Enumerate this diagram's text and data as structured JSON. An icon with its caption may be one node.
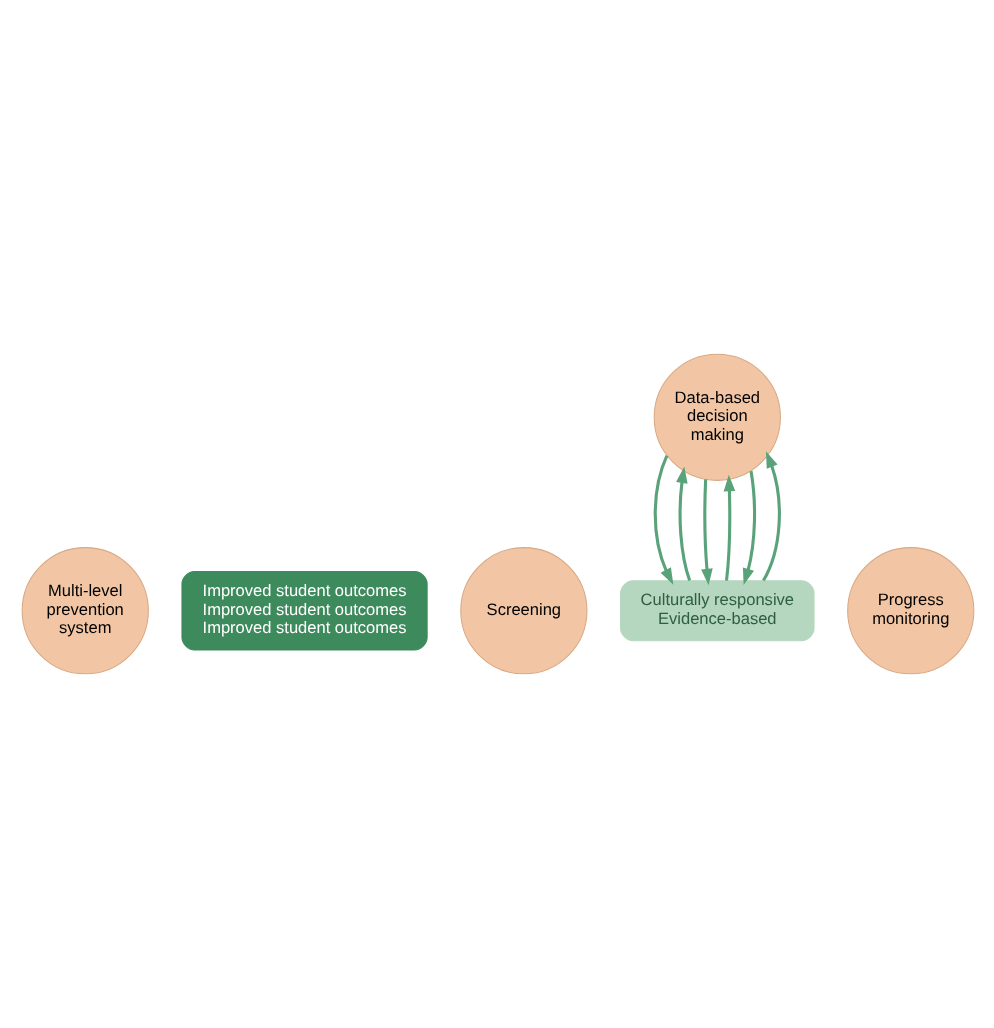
{
  "diagram": {
    "nodes": [
      {
        "text": [
          "Improved student outcomes",
          "Improved student outcomes",
          "Improved student outcomes"
        ]
      },
      {
        "text": [
          "Culturally responsive",
          "Evidence-based"
        ]
      },
      {
        "text": [
          "Screening"
        ]
      },
      {
        "text": [
          "Progress monitoring"
        ]
      },
      {
        "text": [
          "Data-based decision making"
        ]
      },
      {
        "text": [
          "Multi-level prevention system"
        ]
      }
    ],
    "edges": [
      {
        "from": 1,
        "to": 4,
        "arrow": "to"
      },
      {
        "from": 4,
        "to": 1,
        "arrow": "to"
      },
      {
        "from": 4,
        "to": 1,
        "arrow": "to"
      },
      {
        "from": 1,
        "to": 4,
        "arrow": "to"
      },
      {
        "from": 4,
        "to": 1,
        "arrow": "to"
      },
      {
        "from": 1,
        "to": 4,
        "arrow": "to"
      }
    ]
  }
}
